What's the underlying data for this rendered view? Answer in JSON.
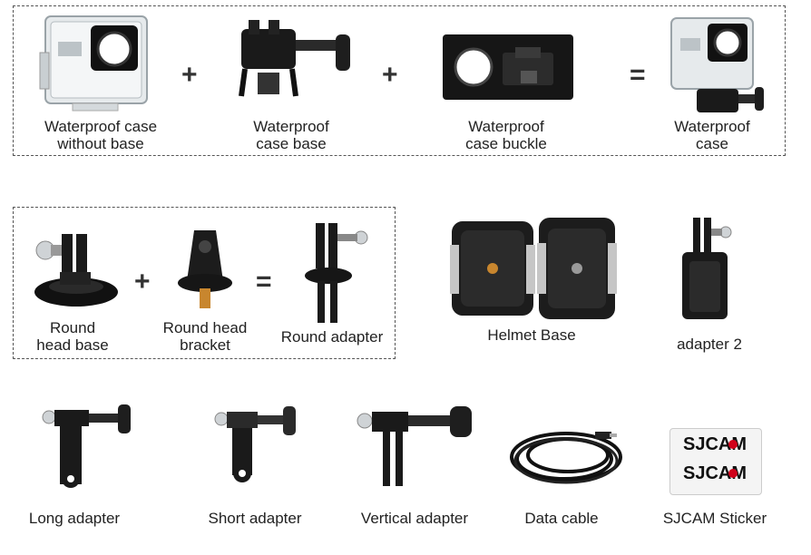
{
  "row1": {
    "items": [
      {
        "label": "Waterproof case\nwithout base"
      },
      {
        "label": "Waterproof\ncase base"
      },
      {
        "label": "Waterproof\ncase buckle"
      },
      {
        "label": "Waterproof\ncase"
      }
    ],
    "operators": [
      "+",
      "+",
      "="
    ]
  },
  "row2": {
    "items": [
      {
        "label": "Round\nhead base"
      },
      {
        "label": "Round head\nbracket"
      },
      {
        "label": "Round adapter"
      },
      {
        "label": "Helmet Base"
      },
      {
        "label": "adapter 2"
      }
    ],
    "operators": [
      "+",
      "="
    ]
  },
  "row3": {
    "items": [
      {
        "label": "Long adapter"
      },
      {
        "label": "Short adapter"
      },
      {
        "label": "Vertical adapter"
      },
      {
        "label": "Data cable"
      },
      {
        "label": "SJCAM Sticker"
      }
    ]
  },
  "sticker": {
    "brand_top": "SJCAM",
    "brand_bottom": "SJCAM",
    "accent": "#d0021b"
  },
  "colors": {
    "dark": "#1a1a1a",
    "mid": "#555555",
    "clear": "#d8dde0",
    "brass": "#c8862e"
  }
}
